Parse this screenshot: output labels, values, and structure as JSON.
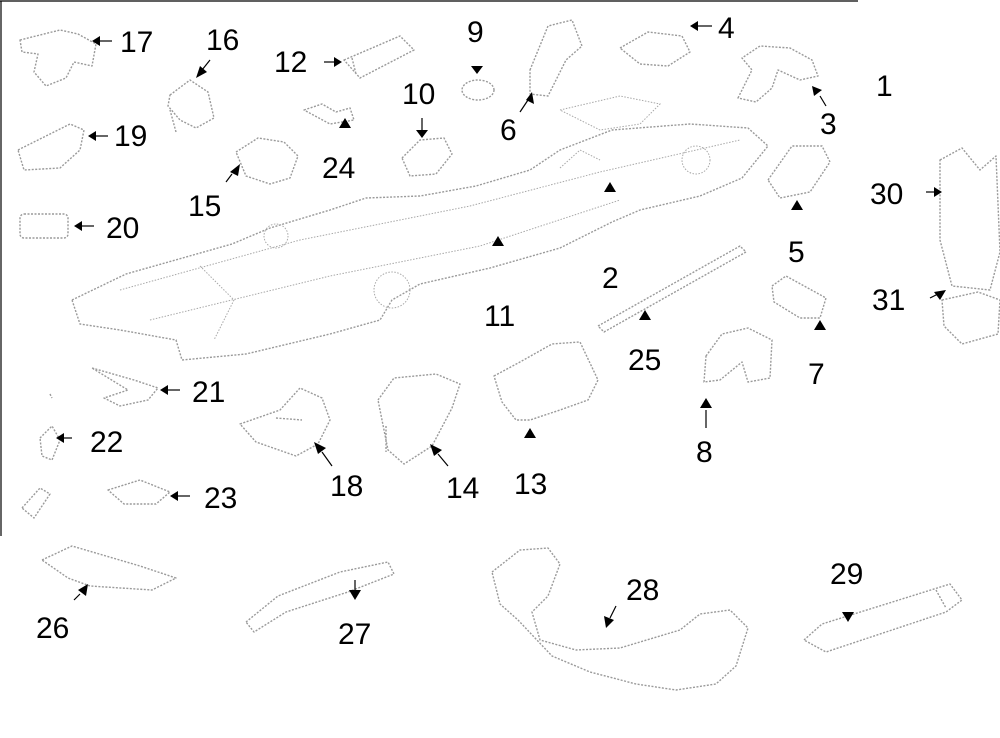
{
  "diagram": {
    "callouts": [
      {
        "id": "1",
        "label": "1"
      },
      {
        "id": "2",
        "label": "2"
      },
      {
        "id": "3",
        "label": "3"
      },
      {
        "id": "4",
        "label": "4"
      },
      {
        "id": "5",
        "label": "5"
      },
      {
        "id": "6",
        "label": "6"
      },
      {
        "id": "7",
        "label": "7"
      },
      {
        "id": "8",
        "label": "8"
      },
      {
        "id": "9",
        "label": "9"
      },
      {
        "id": "10",
        "label": "10"
      },
      {
        "id": "11",
        "label": "11"
      },
      {
        "id": "12",
        "label": "12"
      },
      {
        "id": "13",
        "label": "13"
      },
      {
        "id": "14",
        "label": "14"
      },
      {
        "id": "15",
        "label": "15"
      },
      {
        "id": "16",
        "label": "16"
      },
      {
        "id": "17",
        "label": "17"
      },
      {
        "id": "18",
        "label": "18"
      },
      {
        "id": "19",
        "label": "19"
      },
      {
        "id": "20",
        "label": "20"
      },
      {
        "id": "21",
        "label": "21"
      },
      {
        "id": "22",
        "label": "22"
      },
      {
        "id": "23",
        "label": "23"
      },
      {
        "id": "24",
        "label": "24"
      },
      {
        "id": "25",
        "label": "25"
      },
      {
        "id": "26",
        "label": "26"
      },
      {
        "id": "27",
        "label": "27"
      },
      {
        "id": "28",
        "label": "28"
      },
      {
        "id": "29",
        "label": "29"
      },
      {
        "id": "30",
        "label": "30"
      },
      {
        "id": "31",
        "label": "31"
      }
    ]
  }
}
